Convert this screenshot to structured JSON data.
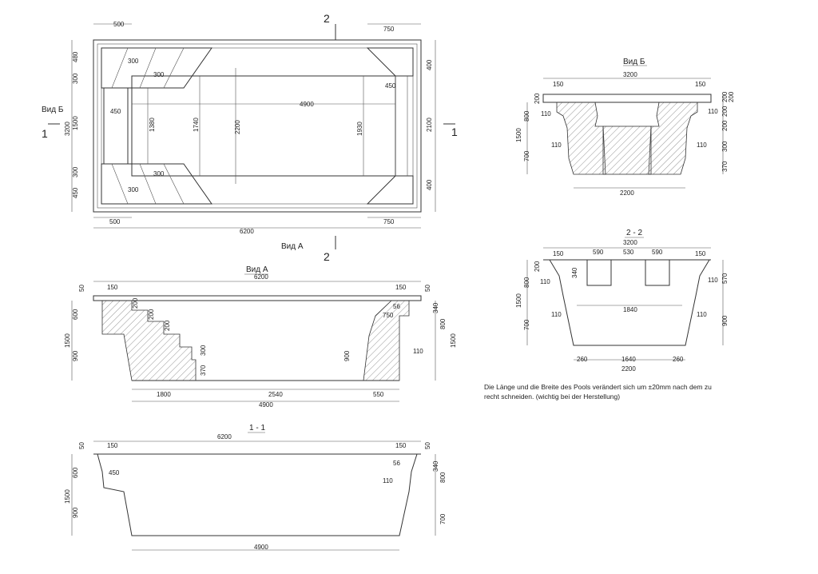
{
  "plan": {
    "dims": [
      "500",
      "750",
      "480",
      "300",
      "1500",
      "300",
      "450",
      "3200",
      "300",
      "300",
      "300",
      "300",
      "450",
      "1380",
      "1740",
      "2200",
      "4900",
      "1930",
      "450",
      "400",
      "2100",
      "400",
      "500",
      "750",
      "6200"
    ],
    "section_label_1": "1",
    "section_label_2": "2",
    "view_b_label": "Вид Б",
    "view_a_label": "Вид А"
  },
  "view_b": {
    "title": "Вид Б",
    "dims": [
      "3200",
      "150",
      "150",
      "200",
      "110",
      "800",
      "1500",
      "110",
      "700",
      "2200",
      "110",
      "200",
      "200",
      "200",
      "200",
      "110",
      "300",
      "370"
    ]
  },
  "view_a": {
    "title": "Вид А",
    "dims": [
      "6200",
      "50",
      "150",
      "150",
      "50",
      "600",
      "200",
      "56",
      "340",
      "750",
      "1500",
      "200",
      "200",
      "300",
      "900",
      "1500",
      "900",
      "110",
      "370",
      "1800",
      "2540",
      "550",
      "4900",
      "800"
    ]
  },
  "section_22": {
    "title": "2 - 2",
    "dims": [
      "3200",
      "150",
      "590",
      "530",
      "590",
      "150",
      "200",
      "340",
      "800",
      "110",
      "110",
      "570",
      "1500",
      "1840",
      "110",
      "110",
      "900",
      "700",
      "260",
      "1640",
      "260",
      "2200"
    ]
  },
  "section_11": {
    "title": "1 - 1",
    "dims": [
      "6200",
      "50",
      "150",
      "150",
      "50",
      "600",
      "450",
      "56",
      "340",
      "1500",
      "110",
      "800",
      "900",
      "700",
      "4900"
    ]
  },
  "note": "Die Länge und die Breite des Pools verändert sich um ±20mm nach dem zu recht schneiden. (wichtig bei der Herstellung)"
}
